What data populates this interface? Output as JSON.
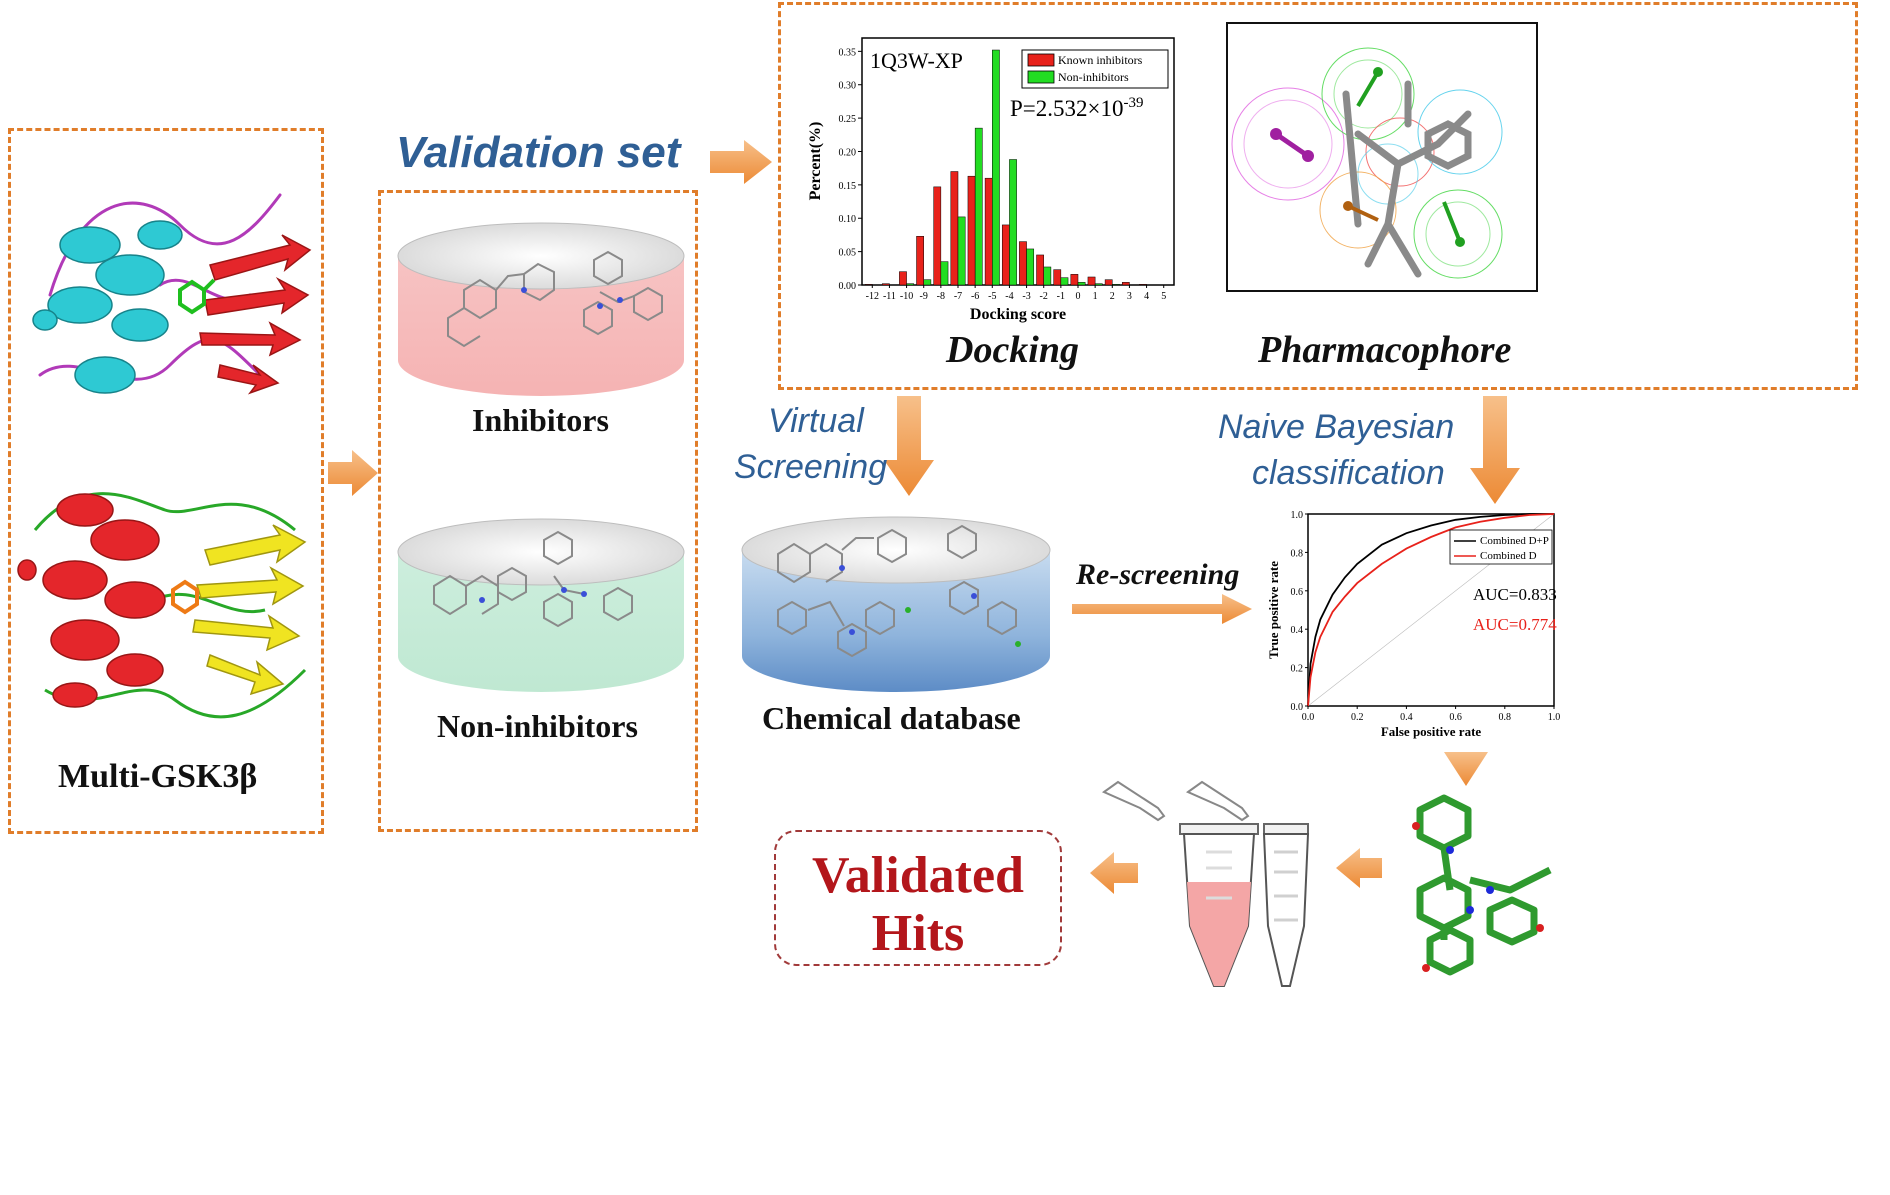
{
  "labels": {
    "validation_set": "Validation set",
    "inhibitors": "Inhibitors",
    "non_inhibitors": "Non-inhibitors",
    "multi_gsk": "Multi-GSK3β",
    "docking": "Docking",
    "pharmacophore": "Pharmacophore",
    "virtual": "Virtual",
    "screening": "Screening",
    "naive_bayesian": "Naive Bayesian",
    "classification": "classification",
    "chemical_database": "Chemical database",
    "re_screening": "Re-screening",
    "validated": "Validated",
    "hits": "Hits"
  },
  "colors": {
    "dash": "#e07d2a",
    "arrow": "#f0a15a",
    "known": "#e8221b",
    "non": "#22dd22",
    "title_blue": "#2f5f95",
    "validated_red": "#b3161b"
  },
  "chart_data": [
    {
      "type": "bar",
      "title": "1Q3W-XP",
      "annotation": "P=2.532×10",
      "annotation_exp": "-39",
      "xlabel": "Docking score",
      "ylabel": "Percent(%)",
      "categories": [
        "-12",
        "-11",
        "-10",
        "-9",
        "-8",
        "-7",
        "-6",
        "-5",
        "-4",
        "-3",
        "-2",
        "-1",
        "0",
        "1",
        "2",
        "3",
        "4",
        "5"
      ],
      "ylim": [
        0,
        0.37
      ],
      "yticks": [
        "0.00",
        "0.05",
        "0.10",
        "0.15",
        "0.20",
        "0.25",
        "0.30",
        "0.35"
      ],
      "legend_position": "top-right",
      "series": [
        {
          "name": "Known inhibitors",
          "values": [
            0.001,
            0.002,
            0.02,
            0.073,
            0.147,
            0.17,
            0.163,
            0.16,
            0.09,
            0.065,
            0.045,
            0.023,
            0.016,
            0.012,
            0.008,
            0.004,
            0.001,
            0.0
          ]
        },
        {
          "name": "Non-inhibitors",
          "values": [
            0.0,
            0.0,
            0.002,
            0.008,
            0.035,
            0.102,
            0.235,
            0.352,
            0.188,
            0.054,
            0.027,
            0.011,
            0.004,
            0.002,
            0.001,
            0.0,
            0.0,
            0.0
          ]
        }
      ]
    },
    {
      "type": "line",
      "xlabel": "False positive rate",
      "ylabel": "True positive rate",
      "xlim": [
        0,
        1
      ],
      "ylim": [
        0,
        1
      ],
      "xticks": [
        "0.0",
        "0.2",
        "0.4",
        "0.6",
        "0.8",
        "1.0"
      ],
      "yticks": [
        "0.0",
        "0.2",
        "0.4",
        "0.6",
        "0.8",
        "1.0"
      ],
      "legend_position": "top-right",
      "annotations": [
        "AUC=0.833",
        "AUC=0.774"
      ],
      "series": [
        {
          "name": "Combined D+P",
          "color": "#000000",
          "x": [
            0,
            0.01,
            0.03,
            0.05,
            0.1,
            0.15,
            0.2,
            0.3,
            0.4,
            0.5,
            0.6,
            0.7,
            0.8,
            0.9,
            1.0
          ],
          "y": [
            0,
            0.22,
            0.36,
            0.45,
            0.58,
            0.67,
            0.74,
            0.84,
            0.9,
            0.94,
            0.97,
            0.985,
            0.995,
            1.0,
            1.0
          ]
        },
        {
          "name": "Combined D",
          "color": "#e8221b",
          "x": [
            0,
            0.01,
            0.03,
            0.05,
            0.1,
            0.15,
            0.2,
            0.3,
            0.4,
            0.5,
            0.6,
            0.7,
            0.8,
            0.9,
            1.0
          ],
          "y": [
            0,
            0.15,
            0.28,
            0.36,
            0.49,
            0.57,
            0.64,
            0.74,
            0.82,
            0.88,
            0.93,
            0.96,
            0.98,
            0.995,
            1.0
          ]
        }
      ]
    }
  ]
}
